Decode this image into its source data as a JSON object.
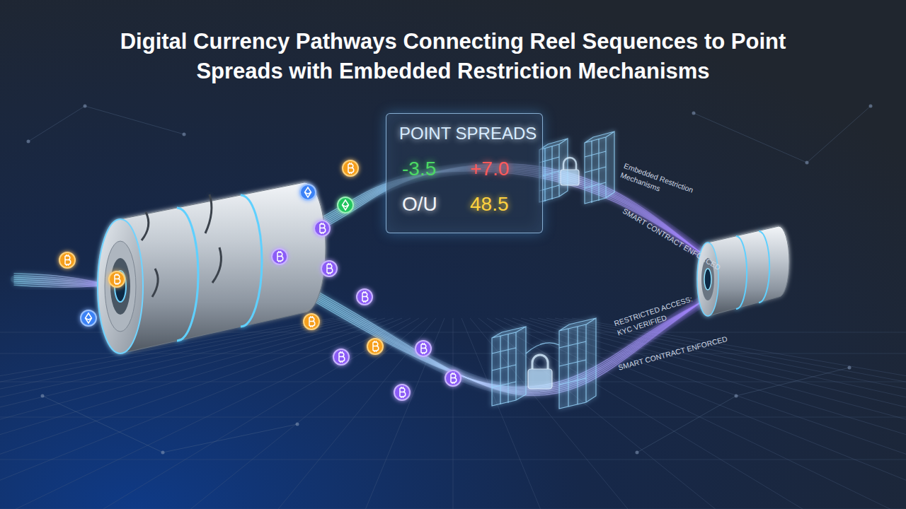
{
  "diagram": {
    "title": "Digital Currency Pathways Connecting Reel Sequences to Point Spreads with Embedded Restriction Mechanisms",
    "nodes": [
      {
        "text": [
          "POINT SPREADS",
          "-3.5",
          "+7.0",
          "O/U",
          "48.5"
        ]
      }
    ],
    "labels": [
      "Embedded Restriction Mechanisms",
      "SMART CONTRACT ENFORCED",
      "RESTRICTED ACCESS: KYC VERIFIED",
      "SMART CONTRACT ENFORCED"
    ]
  }
}
